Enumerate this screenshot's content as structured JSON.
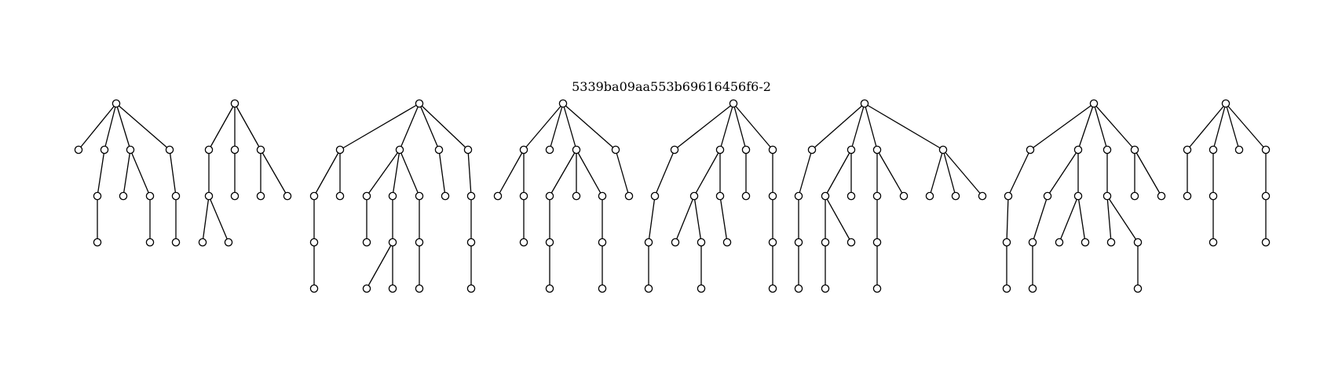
{
  "title": "5339ba09aa553b69616456f6-2",
  "colors": {
    "stroke": "#000000",
    "node_fill": "#ffffff",
    "background": "#ffffff"
  },
  "forest": [
    {
      "id": "t1",
      "children": [
        {
          "id": "t1-1"
        },
        {
          "id": "t1-2",
          "children": [
            {
              "id": "t1-2-1",
              "children": [
                {
                  "id": "t1-2-1-1"
                }
              ]
            }
          ]
        },
        {
          "id": "t1-3",
          "children": [
            {
              "id": "t1-3-1"
            },
            {
              "id": "t1-3-2",
              "children": [
                {
                  "id": "t1-3-2-1"
                }
              ]
            }
          ]
        },
        {
          "id": "t1-4",
          "children": [
            {
              "id": "t1-4-1",
              "children": [
                {
                  "id": "t1-4-1-1"
                }
              ]
            }
          ]
        }
      ]
    },
    {
      "id": "t2",
      "children": [
        {
          "id": "t2-1",
          "children": [
            {
              "id": "t2-1-1",
              "children": [
                {
                  "id": "t2-1-1-1"
                },
                {
                  "id": "t2-1-1-2"
                }
              ]
            }
          ]
        },
        {
          "id": "t2-2",
          "children": [
            {
              "id": "t2-2-1"
            }
          ]
        },
        {
          "id": "t2-3",
          "children": [
            {
              "id": "t2-3-1"
            },
            {
              "id": "t2-3-2"
            }
          ]
        }
      ]
    },
    {
      "id": "t3",
      "children": [
        {
          "id": "t3-1",
          "children": [
            {
              "id": "t3-1-1",
              "children": [
                {
                  "id": "t3-1-1-1",
                  "children": [
                    {
                      "id": "t3-1-1-1-1"
                    }
                  ]
                }
              ]
            },
            {
              "id": "t3-1-2"
            }
          ]
        },
        {
          "id": "t3-2",
          "children": [
            {
              "id": "t3-2-1",
              "children": [
                {
                  "id": "t3-2-1-1"
                }
              ]
            },
            {
              "id": "t3-2-2",
              "children": [
                {
                  "id": "t3-2-2-1",
                  "children": [
                    {
                      "id": "t3-2-2-1-1"
                    },
                    {
                      "id": "t3-2-2-1-2"
                    }
                  ]
                }
              ]
            },
            {
              "id": "t3-2-3",
              "children": [
                {
                  "id": "t3-2-3-1",
                  "children": [
                    {
                      "id": "t3-2-3-1-1"
                    }
                  ]
                }
              ]
            }
          ]
        },
        {
          "id": "t3-3",
          "children": [
            {
              "id": "t3-3-1"
            }
          ]
        },
        {
          "id": "t3-4",
          "children": [
            {
              "id": "t3-4-1",
              "children": [
                {
                  "id": "t3-4-1-1",
                  "children": [
                    {
                      "id": "t3-4-1-1-1"
                    }
                  ]
                }
              ]
            }
          ]
        }
      ]
    },
    {
      "id": "t4",
      "children": [
        {
          "id": "t4-1",
          "children": [
            {
              "id": "t4-1-1"
            },
            {
              "id": "t4-1-2",
              "children": [
                {
                  "id": "t4-1-2-1"
                }
              ]
            }
          ]
        },
        {
          "id": "t4-2"
        },
        {
          "id": "t4-3",
          "children": [
            {
              "id": "t4-3-1",
              "children": [
                {
                  "id": "t4-3-1-1",
                  "children": [
                    {
                      "id": "t4-3-1-1-1"
                    }
                  ]
                }
              ]
            },
            {
              "id": "t4-3-2"
            },
            {
              "id": "t4-3-3",
              "children": [
                {
                  "id": "t4-3-3-1",
                  "children": [
                    {
                      "id": "t4-3-3-1-1"
                    }
                  ]
                }
              ]
            }
          ]
        },
        {
          "id": "t4-4",
          "children": [
            {
              "id": "t4-4-1"
            }
          ]
        }
      ]
    },
    {
      "id": "t5",
      "children": [
        {
          "id": "t5-1",
          "children": [
            {
              "id": "t5-1-1",
              "children": [
                {
                  "id": "t5-1-1-1",
                  "children": [
                    {
                      "id": "t5-1-1-1-1"
                    }
                  ]
                }
              ]
            }
          ]
        },
        {
          "id": "t5-2",
          "children": [
            {
              "id": "t5-2-1",
              "children": [
                {
                  "id": "t5-2-1-1"
                },
                {
                  "id": "t5-2-1-2",
                  "children": [
                    {
                      "id": "t5-2-1-2-1"
                    }
                  ]
                }
              ]
            },
            {
              "id": "t5-2-2",
              "children": [
                {
                  "id": "t5-2-2-1"
                }
              ]
            }
          ]
        },
        {
          "id": "t5-3",
          "children": [
            {
              "id": "t5-3-1"
            }
          ]
        },
        {
          "id": "t5-4",
          "children": [
            {
              "id": "t5-4-1",
              "children": [
                {
                  "id": "t5-4-1-1",
                  "children": [
                    {
                      "id": "t5-4-1-1-1"
                    }
                  ]
                }
              ]
            }
          ]
        }
      ]
    },
    {
      "id": "t6",
      "children": [
        {
          "id": "t6-1",
          "children": [
            {
              "id": "t6-1-1",
              "children": [
                {
                  "id": "t6-1-1-1",
                  "children": [
                    {
                      "id": "t6-1-1-1-1"
                    }
                  ]
                }
              ]
            }
          ]
        },
        {
          "id": "t6-2",
          "children": [
            {
              "id": "t6-2-1",
              "children": [
                {
                  "id": "t6-2-1-1",
                  "children": [
                    {
                      "id": "t6-2-1-1-1"
                    }
                  ]
                },
                {
                  "id": "t6-2-1-2"
                }
              ]
            },
            {
              "id": "t6-2-2"
            }
          ]
        },
        {
          "id": "t6-3",
          "children": [
            {
              "id": "t6-3-1",
              "children": [
                {
                  "id": "t6-3-1-1",
                  "children": [
                    {
                      "id": "t6-3-1-1-1"
                    }
                  ]
                }
              ]
            },
            {
              "id": "t6-3-2"
            }
          ]
        },
        {
          "id": "t6-4",
          "children": [
            {
              "id": "t6-4-1"
            },
            {
              "id": "t6-4-2"
            },
            {
              "id": "t6-4-3"
            }
          ]
        }
      ]
    },
    {
      "id": "t7",
      "children": [
        {
          "id": "t7-1",
          "children": [
            {
              "id": "t7-1-1",
              "children": [
                {
                  "id": "t7-1-1-1",
                  "children": [
                    {
                      "id": "t7-1-1-1-1"
                    }
                  ]
                }
              ]
            }
          ]
        },
        {
          "id": "t7-2",
          "children": [
            {
              "id": "t7-2-1",
              "children": [
                {
                  "id": "t7-2-1-1",
                  "children": [
                    {
                      "id": "t7-2-1-1-1"
                    }
                  ]
                }
              ]
            },
            {
              "id": "t7-2-2",
              "children": [
                {
                  "id": "t7-2-2-1"
                },
                {
                  "id": "t7-2-2-2"
                }
              ]
            }
          ]
        },
        {
          "id": "t7-3",
          "children": [
            {
              "id": "t7-3-1",
              "children": [
                {
                  "id": "t7-3-1-1"
                },
                {
                  "id": "t7-3-1-2",
                  "children": [
                    {
                      "id": "t7-3-1-2-1"
                    }
                  ]
                }
              ]
            }
          ]
        },
        {
          "id": "t7-4",
          "children": [
            {
              "id": "t7-4-1"
            },
            {
              "id": "t7-4-2"
            }
          ]
        }
      ]
    },
    {
      "id": "t8",
      "children": [
        {
          "id": "t8-1",
          "children": [
            {
              "id": "t8-1-1"
            }
          ]
        },
        {
          "id": "t8-2",
          "children": [
            {
              "id": "t8-2-1",
              "children": [
                {
                  "id": "t8-2-1-1"
                }
              ]
            }
          ]
        },
        {
          "id": "t8-3"
        },
        {
          "id": "t8-4",
          "children": [
            {
              "id": "t8-4-1",
              "children": [
                {
                  "id": "t8-4-1-1"
                }
              ]
            }
          ]
        }
      ]
    }
  ]
}
